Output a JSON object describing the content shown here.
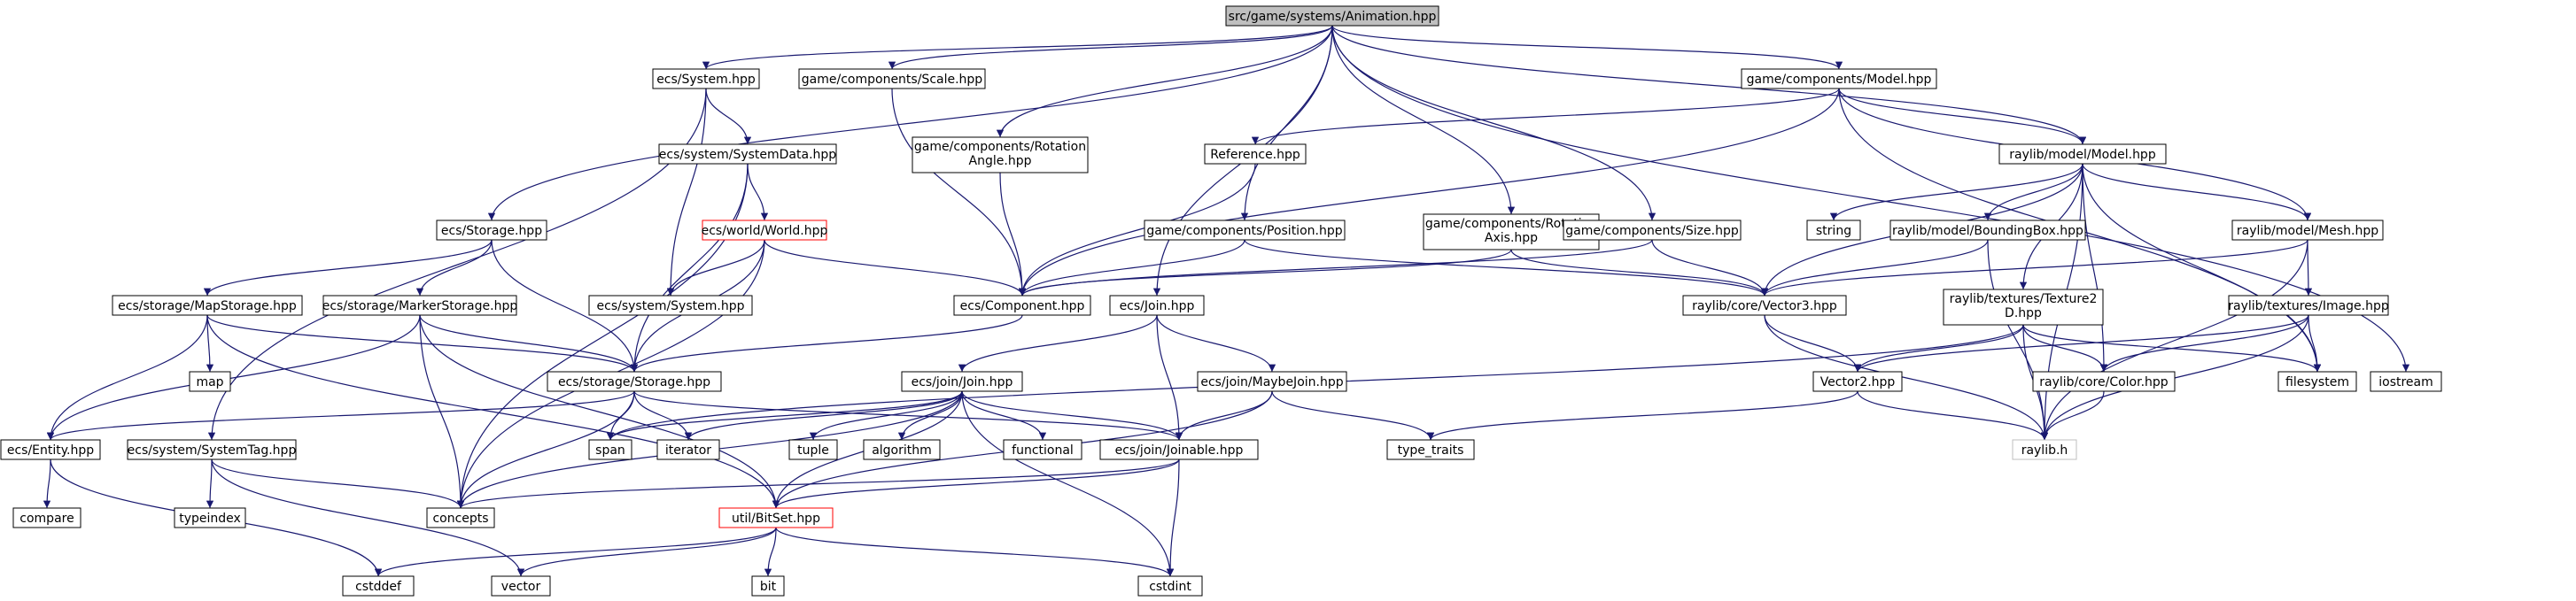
{
  "colors": {
    "edge": "#191970",
    "border": "#000000",
    "root_fill": "#bfbfbf",
    "highlight_border": "#ff0000",
    "missing_border": "#bfbfbf"
  },
  "nodes": [
    {
      "id": "root",
      "lines": [
        "src/game/systems/Animation.hpp"
      ],
      "style": "root"
    },
    {
      "id": "ecs_system",
      "lines": [
        "ecs/System.hpp"
      ]
    },
    {
      "id": "gc_scale",
      "lines": [
        "game/components/Scale.hpp"
      ]
    },
    {
      "id": "gc_model",
      "lines": [
        "game/components/Model.hpp"
      ]
    },
    {
      "id": "ecs_systemdata",
      "lines": [
        "ecs/system/SystemData.hpp"
      ]
    },
    {
      "id": "gc_rotangle",
      "lines": [
        "game/components/Rotation",
        "Angle.hpp"
      ]
    },
    {
      "id": "reference",
      "lines": [
        "Reference.hpp"
      ]
    },
    {
      "id": "rl_model",
      "lines": [
        "raylib/model/Model.hpp"
      ]
    },
    {
      "id": "ecs_storage_h",
      "lines": [
        "ecs/Storage.hpp"
      ]
    },
    {
      "id": "ecs_world",
      "lines": [
        "ecs/world/World.hpp"
      ],
      "style": "red"
    },
    {
      "id": "gc_position",
      "lines": [
        "game/components/Position.hpp"
      ]
    },
    {
      "id": "gc_rotaxis",
      "lines": [
        "game/components/Rotation",
        "Axis.hpp"
      ]
    },
    {
      "id": "gc_size",
      "lines": [
        "game/components/Size.hpp"
      ]
    },
    {
      "id": "string",
      "lines": [
        "string"
      ]
    },
    {
      "id": "rl_bbox",
      "lines": [
        "raylib/model/BoundingBox.hpp"
      ]
    },
    {
      "id": "rl_mesh",
      "lines": [
        "raylib/model/Mesh.hpp"
      ]
    },
    {
      "id": "ecs_mapstorage",
      "lines": [
        "ecs/storage/MapStorage.hpp"
      ]
    },
    {
      "id": "ecs_markerstorage",
      "lines": [
        "ecs/storage/MarkerStorage.hpp"
      ]
    },
    {
      "id": "ecs_system_system",
      "lines": [
        "ecs/system/System.hpp"
      ]
    },
    {
      "id": "ecs_component",
      "lines": [
        "ecs/Component.hpp"
      ]
    },
    {
      "id": "ecs_join",
      "lines": [
        "ecs/Join.hpp"
      ]
    },
    {
      "id": "rl_vector3",
      "lines": [
        "raylib/core/Vector3.hpp"
      ]
    },
    {
      "id": "rl_texture2d",
      "lines": [
        "raylib/textures/Texture2",
        "D.hpp"
      ]
    },
    {
      "id": "rl_image",
      "lines": [
        "raylib/textures/Image.hpp"
      ]
    },
    {
      "id": "map",
      "lines": [
        "map"
      ]
    },
    {
      "id": "ecs_storage_storage",
      "lines": [
        "ecs/storage/Storage.hpp"
      ]
    },
    {
      "id": "ecs_join_join",
      "lines": [
        "ecs/join/Join.hpp"
      ]
    },
    {
      "id": "ecs_maybejoin",
      "lines": [
        "ecs/join/MaybeJoin.hpp"
      ]
    },
    {
      "id": "vector2",
      "lines": [
        "Vector2.hpp"
      ]
    },
    {
      "id": "rl_color",
      "lines": [
        "raylib/core/Color.hpp"
      ]
    },
    {
      "id": "filesystem",
      "lines": [
        "filesystem"
      ]
    },
    {
      "id": "iostream",
      "lines": [
        "iostream"
      ]
    },
    {
      "id": "ecs_entity",
      "lines": [
        "ecs/Entity.hpp"
      ]
    },
    {
      "id": "ecs_systemtag",
      "lines": [
        "ecs/system/SystemTag.hpp"
      ]
    },
    {
      "id": "span",
      "lines": [
        "span"
      ]
    },
    {
      "id": "iterator",
      "lines": [
        "iterator"
      ]
    },
    {
      "id": "tuple",
      "lines": [
        "tuple"
      ]
    },
    {
      "id": "algorithm",
      "lines": [
        "algorithm"
      ]
    },
    {
      "id": "functional",
      "lines": [
        "functional"
      ]
    },
    {
      "id": "ecs_joinable",
      "lines": [
        "ecs/join/Joinable.hpp"
      ]
    },
    {
      "id": "type_traits",
      "lines": [
        "type_traits"
      ]
    },
    {
      "id": "raylib_h",
      "lines": [
        "raylib.h"
      ],
      "style": "missing"
    },
    {
      "id": "compare",
      "lines": [
        "compare"
      ]
    },
    {
      "id": "typeindex",
      "lines": [
        "typeindex"
      ]
    },
    {
      "id": "concepts",
      "lines": [
        "concepts"
      ]
    },
    {
      "id": "util_bitset",
      "lines": [
        "util/BitSet.hpp"
      ],
      "style": "red"
    },
    {
      "id": "bit",
      "lines": [
        "bit"
      ]
    },
    {
      "id": "cstddef",
      "lines": [
        "cstddef"
      ]
    },
    {
      "id": "vector",
      "lines": [
        "vector"
      ]
    },
    {
      "id": "cstdint",
      "lines": [
        "cstdint"
      ]
    }
  ],
  "edges": [
    [
      "root",
      "ecs_system"
    ],
    [
      "root",
      "gc_scale"
    ],
    [
      "root",
      "gc_model"
    ],
    [
      "root",
      "gc_rotangle"
    ],
    [
      "root",
      "ecs_storage_h"
    ],
    [
      "root",
      "gc_position"
    ],
    [
      "root",
      "gc_rotaxis"
    ],
    [
      "root",
      "gc_size"
    ],
    [
      "root",
      "rl_model"
    ],
    [
      "root",
      "ecs_join"
    ],
    [
      "root",
      "iostream"
    ],
    [
      "ecs_system",
      "ecs_systemdata"
    ],
    [
      "ecs_system",
      "ecs_system_system"
    ],
    [
      "ecs_system",
      "ecs_systemtag"
    ],
    [
      "gc_scale",
      "ecs_component"
    ],
    [
      "gc_model",
      "reference"
    ],
    [
      "gc_model",
      "rl_model"
    ],
    [
      "gc_model",
      "rl_mesh"
    ],
    [
      "gc_model",
      "ecs_component"
    ],
    [
      "gc_model",
      "filesystem"
    ],
    [
      "ecs_systemdata",
      "ecs_world"
    ],
    [
      "ecs_systemdata",
      "ecs_storage_storage"
    ],
    [
      "ecs_systemdata",
      "concepts"
    ],
    [
      "gc_rotangle",
      "ecs_component"
    ],
    [
      "reference",
      "ecs_component"
    ],
    [
      "rl_model",
      "string"
    ],
    [
      "rl_model",
      "rl_bbox"
    ],
    [
      "rl_model",
      "rl_mesh"
    ],
    [
      "rl_model",
      "rl_vector3"
    ],
    [
      "rl_model",
      "rl_texture2d"
    ],
    [
      "rl_model",
      "rl_color"
    ],
    [
      "rl_model",
      "raylib_h"
    ],
    [
      "rl_model",
      "filesystem"
    ],
    [
      "ecs_storage_h",
      "ecs_mapstorage"
    ],
    [
      "ecs_storage_h",
      "ecs_markerstorage"
    ],
    [
      "ecs_storage_h",
      "ecs_storage_storage"
    ],
    [
      "ecs_world",
      "ecs_system_system"
    ],
    [
      "ecs_world",
      "ecs_component"
    ],
    [
      "ecs_world",
      "ecs_storage_storage"
    ],
    [
      "ecs_world",
      "concepts"
    ],
    [
      "gc_position",
      "ecs_component"
    ],
    [
      "gc_position",
      "rl_vector3"
    ],
    [
      "gc_rotaxis",
      "ecs_component"
    ],
    [
      "gc_rotaxis",
      "rl_vector3"
    ],
    [
      "gc_size",
      "ecs_component"
    ],
    [
      "gc_size",
      "rl_vector3"
    ],
    [
      "rl_bbox",
      "rl_vector3"
    ],
    [
      "rl_bbox",
      "raylib_h"
    ],
    [
      "rl_mesh",
      "rl_vector3"
    ],
    [
      "rl_mesh",
      "rl_image"
    ],
    [
      "rl_mesh",
      "raylib_h"
    ],
    [
      "ecs_mapstorage",
      "map"
    ],
    [
      "ecs_mapstorage",
      "ecs_storage_storage"
    ],
    [
      "ecs_mapstorage",
      "ecs_entity"
    ],
    [
      "ecs_mapstorage",
      "util_bitset"
    ],
    [
      "ecs_markerstorage",
      "ecs_storage_storage"
    ],
    [
      "ecs_markerstorage",
      "ecs_entity"
    ],
    [
      "ecs_markerstorage",
      "concepts"
    ],
    [
      "ecs_markerstorage",
      "util_bitset"
    ],
    [
      "ecs_component",
      "ecs_storage_storage"
    ],
    [
      "ecs_join",
      "ecs_join_join"
    ],
    [
      "ecs_join",
      "ecs_maybejoin"
    ],
    [
      "ecs_join",
      "ecs_joinable"
    ],
    [
      "rl_vector3",
      "vector2"
    ],
    [
      "rl_vector3",
      "raylib_h"
    ],
    [
      "rl_texture2d",
      "vector2"
    ],
    [
      "rl_texture2d",
      "rl_color"
    ],
    [
      "rl_texture2d",
      "raylib_h"
    ],
    [
      "rl_texture2d",
      "filesystem"
    ],
    [
      "rl_texture2d",
      "span"
    ],
    [
      "rl_image",
      "vector2"
    ],
    [
      "rl_image",
      "rl_color"
    ],
    [
      "rl_image",
      "raylib_h"
    ],
    [
      "rl_image",
      "filesystem"
    ],
    [
      "ecs_storage_storage",
      "ecs_entity"
    ],
    [
      "ecs_storage_storage",
      "span"
    ],
    [
      "ecs_storage_storage",
      "iterator"
    ],
    [
      "ecs_storage_storage",
      "concepts"
    ],
    [
      "ecs_storage_storage",
      "ecs_joinable"
    ],
    [
      "ecs_join_join",
      "span"
    ],
    [
      "ecs_join_join",
      "iterator"
    ],
    [
      "ecs_join_join",
      "tuple"
    ],
    [
      "ecs_join_join",
      "algorithm"
    ],
    [
      "ecs_join_join",
      "functional"
    ],
    [
      "ecs_join_join",
      "ecs_joinable"
    ],
    [
      "ecs_join_join",
      "concepts"
    ],
    [
      "ecs_join_join",
      "util_bitset"
    ],
    [
      "ecs_join_join",
      "cstdint"
    ],
    [
      "ecs_maybejoin",
      "ecs_joinable"
    ],
    [
      "ecs_maybejoin",
      "type_traits"
    ],
    [
      "ecs_maybejoin",
      "util_bitset"
    ],
    [
      "vector2",
      "raylib_h"
    ],
    [
      "vector2",
      "type_traits"
    ],
    [
      "rl_color",
      "raylib_h"
    ],
    [
      "ecs_entity",
      "compare"
    ],
    [
      "ecs_entity",
      "cstddef"
    ],
    [
      "ecs_systemtag",
      "typeindex"
    ],
    [
      "ecs_systemtag",
      "concepts"
    ],
    [
      "ecs_systemtag",
      "vector"
    ],
    [
      "ecs_joinable",
      "concepts"
    ],
    [
      "ecs_joinable",
      "util_bitset"
    ],
    [
      "ecs_joinable",
      "cstdint"
    ],
    [
      "util_bitset",
      "bit"
    ],
    [
      "util_bitset",
      "cstddef"
    ],
    [
      "util_bitset",
      "vector"
    ],
    [
      "util_bitset",
      "cstdint"
    ]
  ]
}
